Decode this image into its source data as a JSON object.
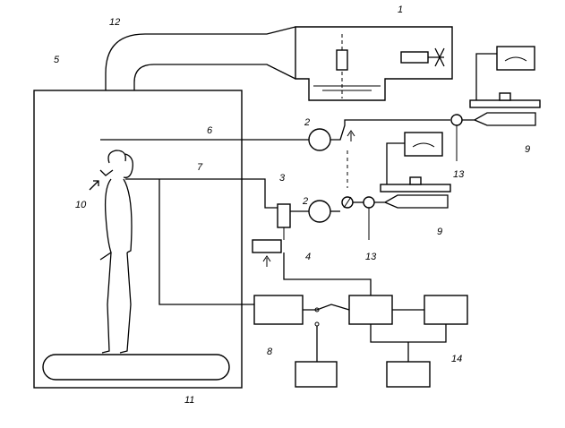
{
  "labels": {
    "l1": "1",
    "l2a": "2",
    "l2b": "2",
    "l3": "3",
    "l4": "4",
    "l5": "5",
    "l6": "6",
    "l7": "7",
    "l8": "8",
    "l9a": "9",
    "l9b": "9",
    "l10": "10",
    "l11": "11",
    "l12": "12",
    "l13a": "13",
    "l13b": "13",
    "l14": "14"
  }
}
